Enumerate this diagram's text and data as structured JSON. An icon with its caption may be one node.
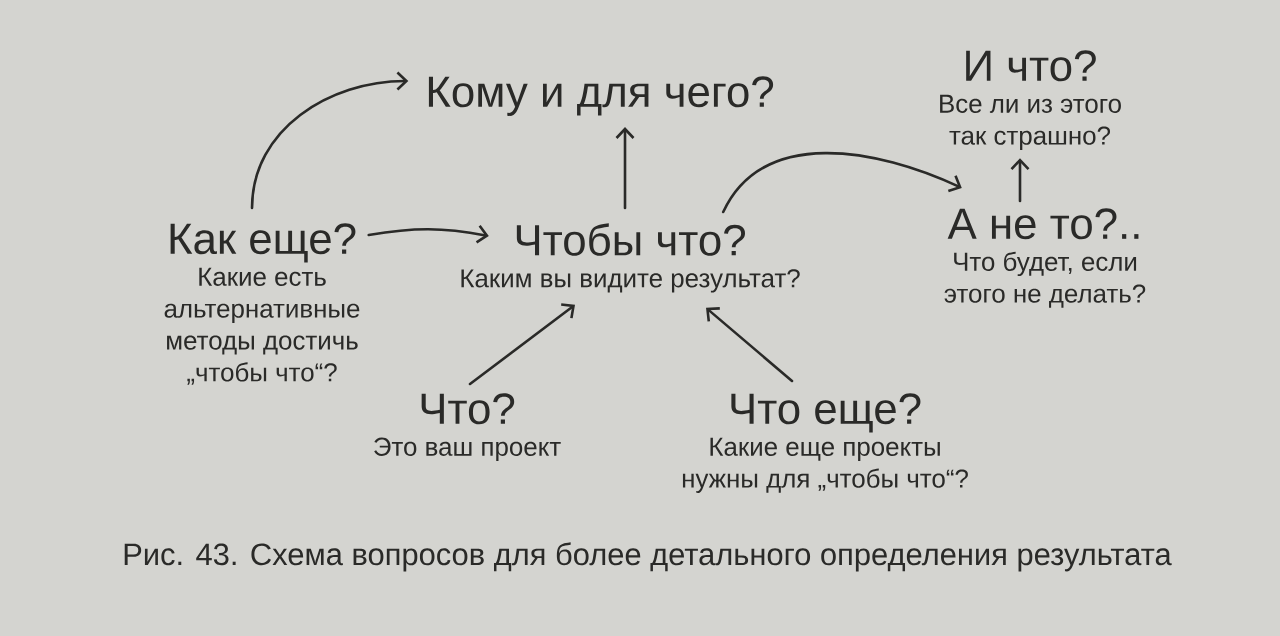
{
  "diagram": {
    "caption": "Рис. 43. Схема вопросов для более детального определения результата",
    "nodes": [
      {
        "text": [
          "Кому и для чего?"
        ]
      },
      {
        "text": [
          "И что?",
          "Все ли из этого так страшно?"
        ]
      },
      {
        "text": [
          "Как еще?",
          "Какие есть альтернативные методы достичь „чтобы что“?"
        ]
      },
      {
        "text": [
          "Чтобы что?",
          "Каким вы видите результат?"
        ]
      },
      {
        "text": [
          "А не то?..",
          "Что будет, если этого не делать?"
        ]
      },
      {
        "text": [
          "Что?",
          "Это ваш проект"
        ]
      },
      {
        "text": [
          "Что еще?",
          "Какие еще проекты нужны для „чтобы что“?"
        ]
      }
    ],
    "edges": [
      {
        "from": 2,
        "to": 0,
        "arrow": "to"
      },
      {
        "from": 2,
        "to": 3,
        "arrow": "to"
      },
      {
        "from": 3,
        "to": 0,
        "arrow": "to"
      },
      {
        "from": 3,
        "to": 4,
        "arrow": "to"
      },
      {
        "from": 4,
        "to": 1,
        "arrow": "to"
      },
      {
        "from": 5,
        "to": 3,
        "arrow": "to"
      },
      {
        "from": 6,
        "to": 3,
        "arrow": "to"
      }
    ]
  }
}
